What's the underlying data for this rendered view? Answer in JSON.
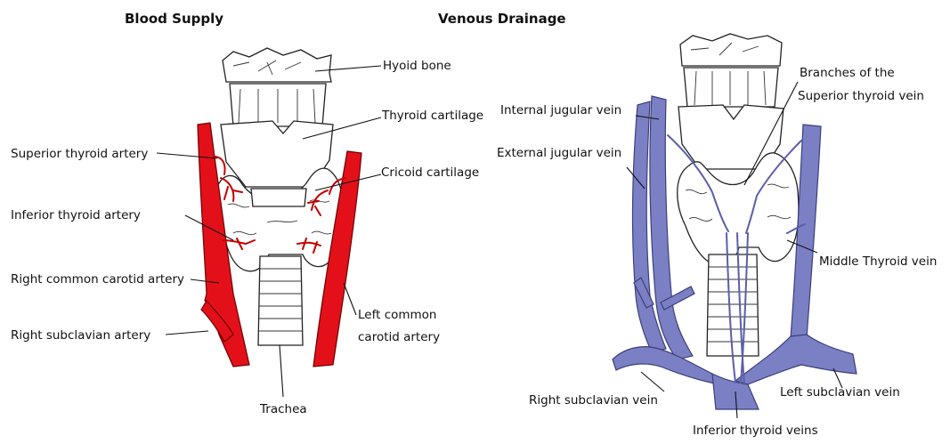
{
  "left_diagram": {
    "title": "Blood Supply",
    "labels": {
      "hyoid_bone": "Hyoid bone",
      "thyroid_cartilage": "Thyroid cartilage",
      "superior_thyroid_artery": "Superior thyroid artery",
      "cricoid_cartilage": "Cricoid cartilage",
      "inferior_thyroid_artery": "Inferior thyroid artery",
      "right_common_carotid_artery": "Right common carotid artery",
      "left_common_carotid_artery_line1": "Left common",
      "left_common_carotid_artery_line2": "carotid artery",
      "right_subclavian_artery": "Right subclavian artery",
      "trachea": "Trachea"
    },
    "colors": {
      "artery": "#e3101a"
    }
  },
  "right_diagram": {
    "title": "Venous Drainage",
    "labels": {
      "branches_line1": "Branches of the",
      "branches_line2": "Superior thyroid vein",
      "internal_jugular_vein": "Internal jugular vein",
      "external_jugular_vein": "External jugular vein",
      "middle_thyroid_vein": "Middle Thyroid vein",
      "right_subclavian_vein": "Right subclavian vein",
      "left_subclavian_vein": "Left subclavian vein",
      "inferior_thyroid_veins": "Inferior thyroid veins"
    },
    "colors": {
      "vein": "#7b7fc4"
    }
  }
}
